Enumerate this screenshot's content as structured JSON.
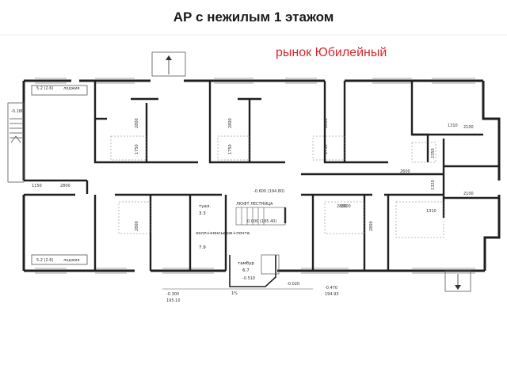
{
  "title": "АР с нежилым 1 этажом",
  "subtitle": "рынок Юбилейный",
  "colors": {
    "subtitle": "#d6272d",
    "walls": "#1f1f1f",
    "lines": "#555555"
  },
  "plan": {
    "loggia_top": {
      "size": "5.2 (2.6)",
      "label": "лоджия"
    },
    "loggia_bottom": {
      "size": "5.2 (2.6)",
      "label": "лоджия"
    },
    "left_marks": [
      "1150",
      "2800",
      "-0.180"
    ],
    "dims_vertical": [
      "2800",
      "1750",
      "2800",
      "1750",
      "2800",
      "1750",
      "2800",
      "2800"
    ],
    "right_dims": [
      "2100",
      "2100",
      "2600",
      "1310",
      "2350",
      "1320",
      "1310",
      "2600"
    ],
    "lobby_mark": "-0.600 (194.80)",
    "lobby_label": "ЛЮФТ ЛЕСТНИЦА",
    "level_mark": "0.000 (195.40)",
    "toilet_label": "туал.",
    "toilet_area": "3.3",
    "concierge_label": "холл+консьерж+почта",
    "concierge_area": "7.9",
    "vestibule_label": "тамбур",
    "vestibule_area": "6.7",
    "entrance_mark": "-0.510",
    "porch_mark": "-0.020",
    "bottom_left_mark": "-0.300",
    "bottom_left_abs": "195.10",
    "bottom_right_mark": "-0.470",
    "bottom_right_abs": "194.93",
    "bottom_dim": "1%",
    "center_dim": "2800"
  }
}
